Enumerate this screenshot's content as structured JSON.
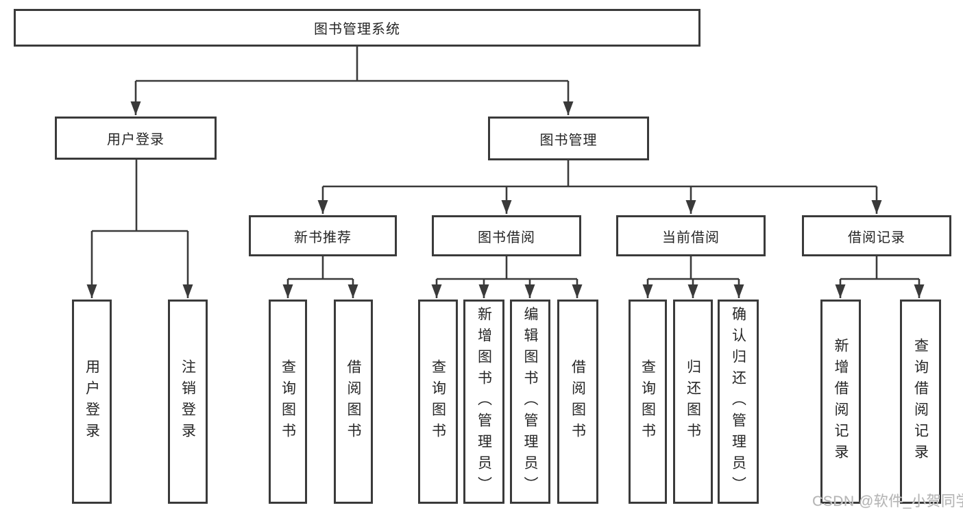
{
  "watermark": "CSDN @软件_小贺同学",
  "colors": {
    "line": "#3a3a3a",
    "box_border": "#3a3a3a",
    "text": "#262626",
    "watermark_text": "#b5b5b5",
    "background": "#ffffff"
  },
  "nodes": {
    "root": "图书管理系统",
    "user_login": "用户登录",
    "book_management": "图书管理",
    "new_book_recommend": "新书推荐",
    "book_borrow": "图书借阅",
    "current_borrow": "当前借阅",
    "borrow_records": "借阅记录",
    "leaf_user_login": "用户登录",
    "leaf_logout": "注销登录",
    "leaf_nb_query_books": "查询图书",
    "leaf_nb_borrow_books": "借阅图书",
    "leaf_bb_query_books": "查询图书",
    "leaf_bb_add_books": "新增图书（管理员）",
    "leaf_bb_edit_books": "编辑图书（管理员）",
    "leaf_bb_borrow_books": "借阅图书",
    "leaf_cb_query_books": "查询图书",
    "leaf_cb_return_books": "归还图书",
    "leaf_cb_confirm_return": "确认归还（管理员）",
    "leaf_br_add_record": "新增借阅记录",
    "leaf_br_query_record": "查询借阅记录"
  }
}
